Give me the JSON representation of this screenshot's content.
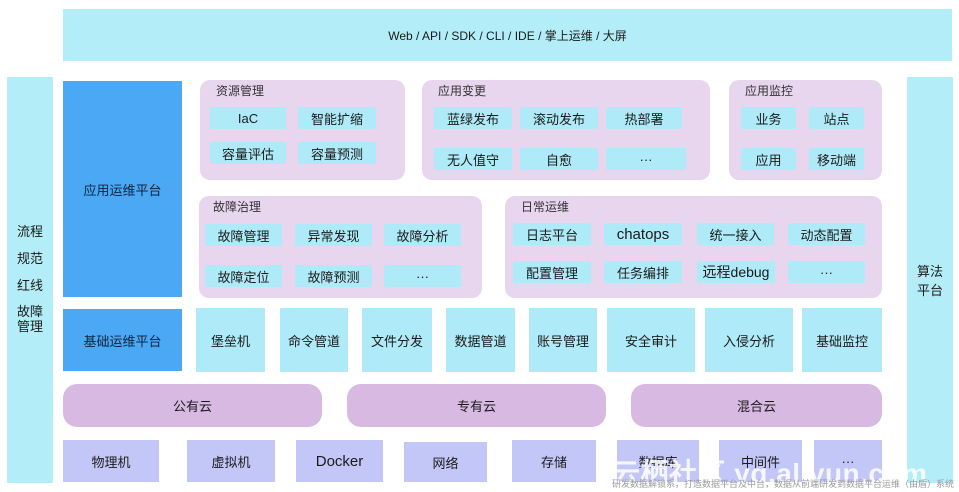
{
  "top_bar": "Web / API / SDK / CLI / IDE / 掌上运维 / 大屏",
  "left_side": [
    "流程",
    "规范",
    "红线",
    "故障\n管理"
  ],
  "right_side": "算法\n平台",
  "app_platform": "应用运维平台",
  "base_platform": "基础运维平台",
  "panels": {
    "resource": {
      "title": "资源管理",
      "items": [
        "IaC",
        "智能扩缩",
        "容量评估",
        "容量预测"
      ]
    },
    "change": {
      "title": "应用变更",
      "items": [
        "蓝绿发布",
        "滚动发布",
        "热部署",
        "无人值守",
        "自愈",
        "···"
      ]
    },
    "monitor": {
      "title": "应用监控",
      "items": [
        "业务",
        "站点",
        "应用",
        "移动端"
      ]
    },
    "fault": {
      "title": "故障治理",
      "items": [
        "故障管理",
        "异常发现",
        "故障分析",
        "故障定位",
        "故障预测",
        "···"
      ]
    },
    "daily": {
      "title": "日常运维",
      "items": [
        "日志平台",
        "chatops",
        "统一接入",
        "动态配置",
        "配置管理",
        "任务编排",
        "远程debug",
        "···"
      ]
    }
  },
  "base_items": [
    "堡垒机",
    "命令管道",
    "文件分发",
    "数据管道",
    "账号管理",
    "安全审计",
    "入侵分析",
    "基础监控"
  ],
  "clouds": [
    "公有云",
    "专有云",
    "混合云"
  ],
  "infra": [
    "物理机",
    "虚拟机",
    "Docker",
    "网络",
    "存储",
    "数据库",
    "中间件",
    "···"
  ],
  "watermark": "云栖社区 yq.aliyun.com",
  "watermark_sub": "研发数据解锁系，打造数据平台及中台，数据从前端研发到数据平台运维（由盾）系统"
}
